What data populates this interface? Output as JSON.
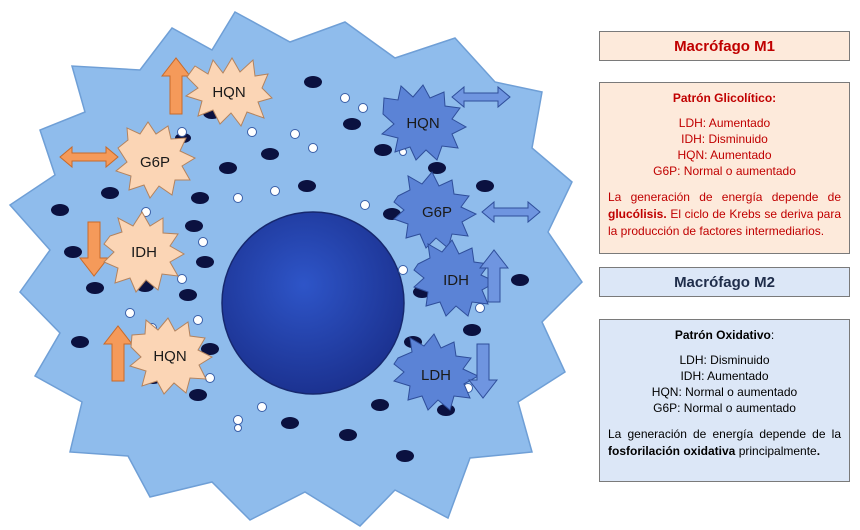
{
  "cell": {
    "labels": {
      "m1_hqn_top": "HQN",
      "m1_g6p": "G6P",
      "m1_idh": "IDH",
      "m1_hqn_bottom": "HQN",
      "m2_hqn": "HQN",
      "m2_g6p": "G6P",
      "m2_idh": "IDH",
      "m2_ldh": "LDH"
    }
  },
  "m1": {
    "title": "Macrófago M1",
    "heading": "Patrón Glicolítico:",
    "items": [
      "LDH: Aumentado",
      "IDH: Disminuido",
      "HQN: Aumentado",
      "G6P: Normal o aumentado"
    ],
    "note_pre": "La generación de energía depende de ",
    "note_bold": "glucólisis.",
    "note_post": " El ciclo de Krebs se deriva para la producción de factores intermediarios."
  },
  "m2": {
    "title": "Macrófago M2",
    "heading_bold": "Patrón Oxidativo",
    "heading_rest": ":",
    "items": [
      "LDH: Disminuido",
      "IDH: Aumentado",
      "HQN: Normal o aumentado",
      "G6P: Normal o aumentado"
    ],
    "note_pre": "La generación de energía depende de la ",
    "note_bold": "fosforilación oxidativa",
    "note_post": " principalmente",
    "note_end": "."
  },
  "colors": {
    "cell_fill": "#8fbcec",
    "nucleus": "#1f3fa8",
    "m1_star": "#fbd5b5",
    "m1_arrow": "#f59a5a",
    "m2_star": "#5b83d6",
    "m2_arrow": "#6f95e0"
  }
}
